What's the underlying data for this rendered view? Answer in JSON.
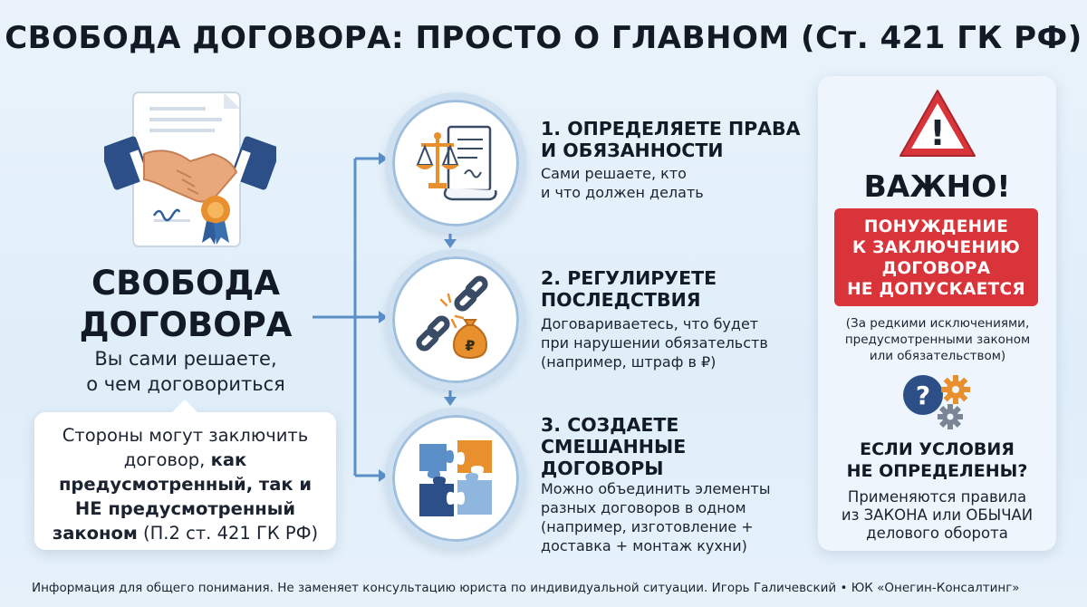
{
  "title": "СВОБОДА ДОГОВОРА: ПРОСТО О ГЛАВНОМ (Ст. 421 ГК РФ)",
  "left": {
    "big_title_line1": "СВОБОДА",
    "big_title_line2": "ДОГОВОРА",
    "subtitle_line1": "Вы сами решаете,",
    "subtitle_line2": "о чем договориться",
    "card": {
      "part1": "Стороны могут заключить договор, ",
      "bold1": "как предусмотренный, так и НЕ предусмотренный законом",
      "part2": " (П.2 ст. 421 ГК РФ)"
    }
  },
  "steps": [
    {
      "title_line1": "1. ОПРЕДЕЛЯЕТЕ ПРАВА",
      "title_line2": "И ОБЯЗАННОСТИ",
      "desc_line1": "Сами решаете, кто",
      "desc_line2": "и что должен делать",
      "icon": "scales-document-icon"
    },
    {
      "title_line1": "2. РЕГУЛИРУЕТЕ",
      "title_line2": "ПОСЛЕДСТВИЯ",
      "desc_line1": "Договариваетесь, что будет",
      "desc_line2": "при нарушении обязательств",
      "desc_line3": "(например, штраф в ₽)",
      "icon": "broken-chain-money-bag-icon",
      "money_symbol": "₽"
    },
    {
      "title_line1": "3. СОЗДАЕТЕ",
      "title_line2": "СМЕШАННЫЕ",
      "title_line3": "ДОГОВОРЫ",
      "desc_line1": "Можно объединить элементы",
      "desc_line2": "разных договоров в одном",
      "desc_line3": "(например, изготовление +",
      "desc_line4": "доставка + монтаж кухни)",
      "icon": "puzzle-icon"
    }
  ],
  "right": {
    "important": "ВАЖНО!",
    "red_box_line1": "ПОНУЖДЕНИЕ",
    "red_box_line2": "К ЗАКЛЮЧЕНИЮ",
    "red_box_line3": "ДОГОВОРА",
    "red_box_line4": "НЕ ДОПУСКАЕТСЯ",
    "exceptions_line1": "(За редкими исключениями,",
    "exceptions_line2": "предусмотренными законом",
    "exceptions_line3": "или обязательством)",
    "q_title_line1": "ЕСЛИ УСЛОВИЯ",
    "q_title_line2": "НЕ ОПРЕДЕЛЕНЫ?",
    "q_desc_line1": "Применяются правила",
    "q_desc_line2": "из ЗАКОНА или ОБЫЧАИ",
    "q_desc_line3": "делового оборота",
    "q_mark": "?",
    "warn_mark": "!"
  },
  "footer": "Информация для общего понимания. Не заменяет консультацию юриста по индивидуальной ситуации.   Игорь Галичевский • ЮК «Онегин-Консалтинг»",
  "colors": {
    "accent_blue": "#4a86c5",
    "dark_blue": "#1f3f73",
    "red": "#d8343a",
    "orange": "#e9902e"
  }
}
